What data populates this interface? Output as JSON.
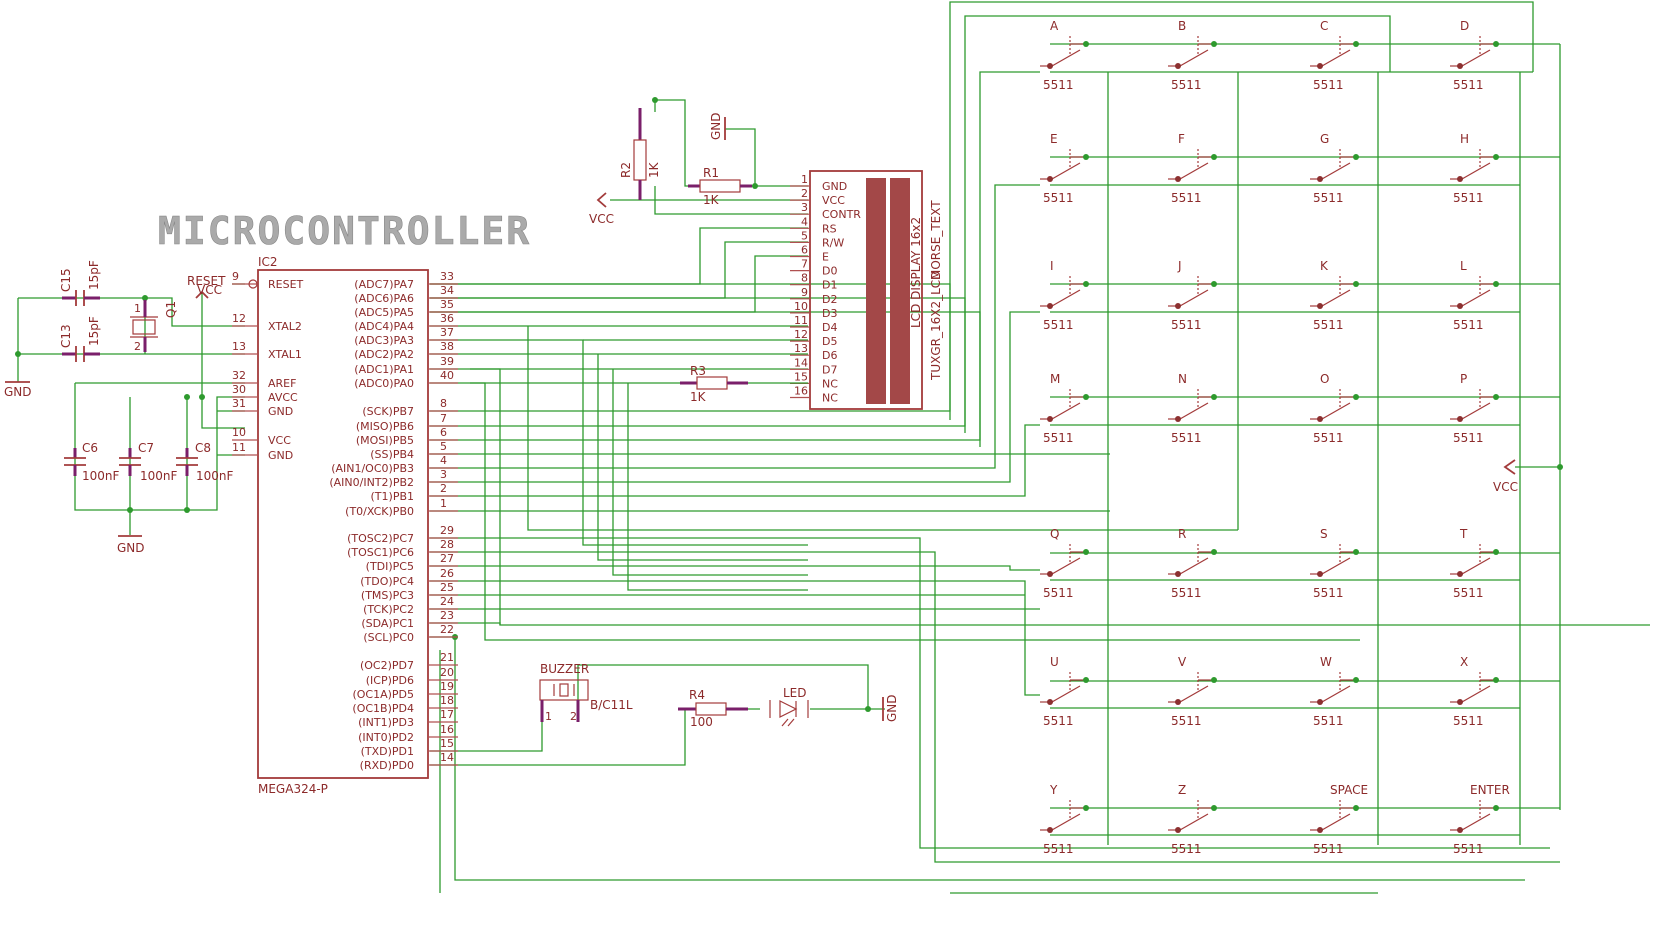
{
  "title": "MICROCONTROLLER",
  "mcu": {
    "ref": "IC2",
    "part": "MEGA324-P",
    "left_pins": [
      {
        "num": "9",
        "name": "RESET"
      },
      {
        "num": "12",
        "name": "XTAL2"
      },
      {
        "num": "13",
        "name": "XTAL1"
      },
      {
        "num": "32",
        "name": "AREF"
      },
      {
        "num": "30",
        "name": "AVCC"
      },
      {
        "num": "31",
        "name": "GND"
      },
      {
        "num": "10",
        "name": "VCC"
      },
      {
        "num": "11",
        "name": "GND"
      }
    ],
    "right_pins": [
      {
        "num": "33",
        "name": "(ADC7)PA7"
      },
      {
        "num": "34",
        "name": "(ADC6)PA6"
      },
      {
        "num": "35",
        "name": "(ADC5)PA5"
      },
      {
        "num": "36",
        "name": "(ADC4)PA4"
      },
      {
        "num": "37",
        "name": "(ADC3)PA3"
      },
      {
        "num": "38",
        "name": "(ADC2)PA2"
      },
      {
        "num": "39",
        "name": "(ADC1)PA1"
      },
      {
        "num": "40",
        "name": "(ADC0)PA0"
      },
      {
        "num": "8",
        "name": "(SCK)PB7"
      },
      {
        "num": "7",
        "name": "(MISO)PB6"
      },
      {
        "num": "6",
        "name": "(MOSI)PB5"
      },
      {
        "num": "5",
        "name": "(SS)PB4"
      },
      {
        "num": "4",
        "name": "(AIN1/OC0)PB3"
      },
      {
        "num": "3",
        "name": "(AIN0/INT2)PB2"
      },
      {
        "num": "2",
        "name": "(T1)PB1"
      },
      {
        "num": "1",
        "name": "(T0/XCK)PB0"
      },
      {
        "num": "29",
        "name": "(TOSC2)PC7"
      },
      {
        "num": "28",
        "name": "(TOSC1)PC6"
      },
      {
        "num": "27",
        "name": "(TDI)PC5"
      },
      {
        "num": "26",
        "name": "(TDO)PC4"
      },
      {
        "num": "25",
        "name": "(TMS)PC3"
      },
      {
        "num": "24",
        "name": "(TCK)PC2"
      },
      {
        "num": "23",
        "name": "(SDA)PC1"
      },
      {
        "num": "22",
        "name": "(SCL)PC0"
      },
      {
        "num": "21",
        "name": "(OC2)PD7"
      },
      {
        "num": "20",
        "name": "(ICP)PD6"
      },
      {
        "num": "19",
        "name": "(OC1A)PD5"
      },
      {
        "num": "18",
        "name": "(OC1B)PD4"
      },
      {
        "num": "17",
        "name": "(INT1)PD3"
      },
      {
        "num": "16",
        "name": "(INT0)PD2"
      },
      {
        "num": "15",
        "name": "(TXD)PD1"
      },
      {
        "num": "14",
        "name": "(RXD)PD0"
      }
    ]
  },
  "lcd": {
    "pins": [
      {
        "num": "1",
        "name": "GND"
      },
      {
        "num": "2",
        "name": "VCC"
      },
      {
        "num": "3",
        "name": "CONTR"
      },
      {
        "num": "4",
        "name": "RS"
      },
      {
        "num": "5",
        "name": "R/W"
      },
      {
        "num": "6",
        "name": "E"
      },
      {
        "num": "7",
        "name": "D0"
      },
      {
        "num": "8",
        "name": "D1"
      },
      {
        "num": "9",
        "name": "D2"
      },
      {
        "num": "10",
        "name": "D3"
      },
      {
        "num": "11",
        "name": "D4"
      },
      {
        "num": "12",
        "name": "D5"
      },
      {
        "num": "13",
        "name": "D6"
      },
      {
        "num": "14",
        "name": "D7"
      },
      {
        "num": "15",
        "name": "NC"
      },
      {
        "num": "16",
        "name": "NC"
      }
    ],
    "label": "LCD DISPLAY 16x2",
    "value": "TUXGR_16X2_LCD",
    "name": "MORSE_TEXT"
  },
  "components": {
    "r1": {
      "ref": "R1",
      "value": "1K"
    },
    "r2": {
      "ref": "R2",
      "value": "1K"
    },
    "r3": {
      "ref": "R3",
      "value": "1K"
    },
    "r4": {
      "ref": "R4",
      "value": "100"
    },
    "c15": {
      "ref": "C15",
      "value": "15pF"
    },
    "c13": {
      "ref": "C13",
      "value": "15pF"
    },
    "c6": {
      "ref": "C6",
      "value": "100nF"
    },
    "c7": {
      "ref": "C7",
      "value": "100nF"
    },
    "c8": {
      "ref": "C8",
      "value": "100nF"
    },
    "q1": {
      "ref": "Q1",
      "pin1": "1",
      "pin2": "2"
    },
    "buzzer": {
      "ref": "BUZZER",
      "value": "B/C11L",
      "pin1": "1",
      "pin2": "2"
    },
    "led": {
      "ref": "LED"
    }
  },
  "net_labels": {
    "gnd": "GND",
    "vcc": "VCC",
    "reset": "RESET"
  },
  "keypad": {
    "part": "5511",
    "keys": [
      "A",
      "B",
      "C",
      "D",
      "E",
      "F",
      "G",
      "H",
      "I",
      "J",
      "K",
      "L",
      "M",
      "N",
      "O",
      "P",
      "Q",
      "R",
      "S",
      "T",
      "U",
      "V",
      "W",
      "X",
      "Y",
      "Z",
      "SPACE",
      "ENTER"
    ]
  }
}
